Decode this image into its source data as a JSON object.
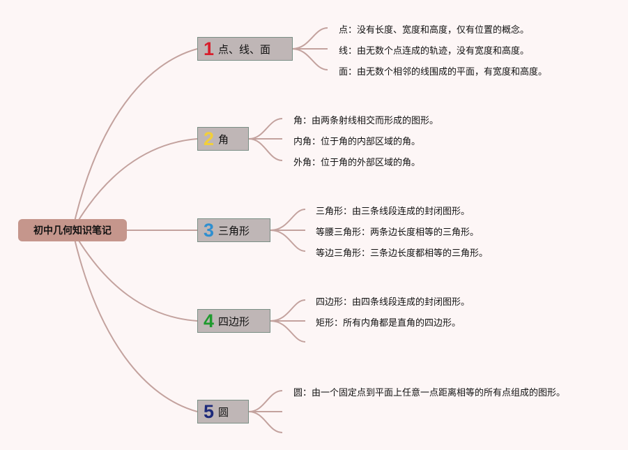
{
  "title": "初中几何知识笔记",
  "colors": {
    "background": "#fdf6f6",
    "root_fill": "#c5968c",
    "branch_fill": "#bfb6b6",
    "branch_border": "#7a8f85",
    "connector": "#c3a29e"
  },
  "branches": [
    {
      "number": "1",
      "number_color": "#d81e2c",
      "label": "点、线、面",
      "notes": [
        "点：没有长度、宽度和高度，仅有位置的概念。",
        "线：由无数个点连成的轨迹，没有宽度和高度。",
        "面：由无数个相邻的线围成的平面，有宽度和高度。"
      ]
    },
    {
      "number": "2",
      "number_color": "#f2cf3a",
      "label": "角",
      "notes": [
        "角：由两条射线相交而形成的图形。",
        "内角：位于角的内部区域的角。",
        "外角：位于角的外部区域的角。"
      ]
    },
    {
      "number": "3",
      "number_color": "#2e8fd0",
      "label": "三角形",
      "notes": [
        "三角形：由三条线段连成的封闭图形。",
        "等腰三角形：两条边长度相等的三角形。",
        "等边三角形：三条边长度都相等的三角形。"
      ]
    },
    {
      "number": "4",
      "number_color": "#1f9a2e",
      "label": "四边形",
      "notes": [
        "四边形：由四条线段连成的封闭图形。",
        "矩形：所有内角都是直角的四边形。",
        ""
      ]
    },
    {
      "number": "5",
      "number_color": "#1d2a7a",
      "label": "圆",
      "notes": [
        "圆：由一个固定点到平面上任意一点距离相等的所有点组成的图形。",
        "",
        ""
      ]
    }
  ]
}
